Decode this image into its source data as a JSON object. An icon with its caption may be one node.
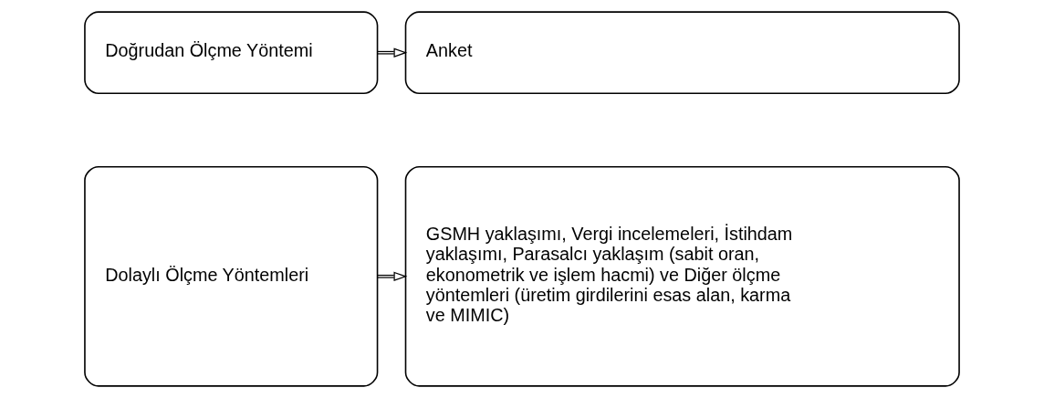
{
  "diagram": {
    "nodes": [
      {
        "text": [
          "Doğrudan Ölçme Yöntemi"
        ]
      },
      {
        "text": [
          "Anket"
        ]
      },
      {
        "text": [
          "Dolaylı Ölçme Yöntemleri"
        ]
      },
      {
        "text": [
          "GSMH yaklaşımı, Vergi incelemeleri, İstihdam yaklaşımı, Parasalcı yaklaşım (sabit oran, ekonometrik ve işlem hacmi) ve Diğer ölçme yöntemleri (üretim girdilerini esas alan, karma ve MIMIC)"
        ]
      }
    ],
    "edges": [
      {
        "from": 0,
        "to": 1,
        "arrow": "to"
      },
      {
        "from": 2,
        "to": 3,
        "arrow": "to"
      }
    ]
  }
}
